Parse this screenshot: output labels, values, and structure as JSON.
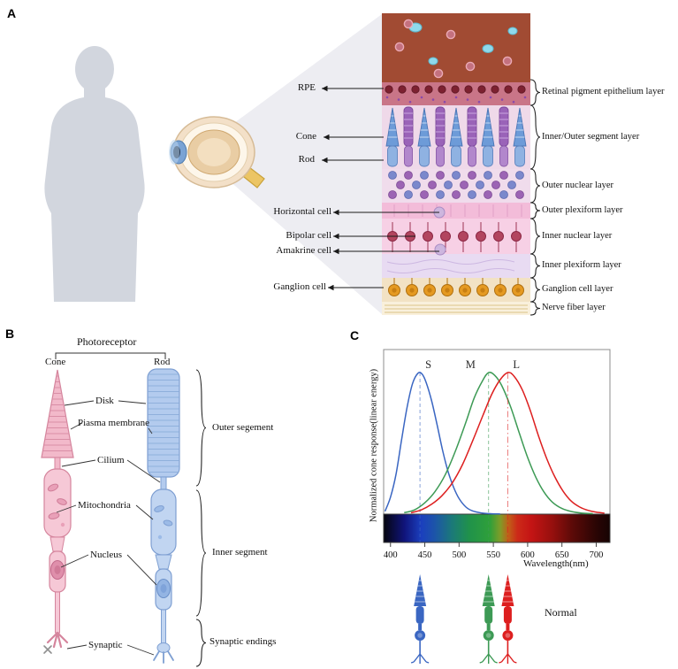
{
  "panel_a": {
    "label": "A",
    "cells": {
      "rpe": "RPE",
      "cone": "Cone",
      "rod": "Rod",
      "horizontal": "Horizontal cell",
      "bipolar": "Bipolar cell",
      "amakrine": "Amakrine cell",
      "ganglion": "Ganglion cell"
    },
    "layers": {
      "rpe": "Retinal pigment epithelium layer",
      "segments": "Inner/Outer segment layer",
      "outer_nuclear": "Outer nuclear layer",
      "outer_plexiform": "Outer plexiform layer",
      "inner_nuclear": "Inner nuclear  layer",
      "inner_plexiform": "Inner plexiform layer",
      "ganglion": "Ganglion cell layer",
      "nerve_fiber": "Nerve fiber layer"
    }
  },
  "panel_b": {
    "label": "B",
    "title": "Photoreceptor",
    "cone": "Cone",
    "rod": "Rod",
    "parts": {
      "disk": "Disk",
      "plasma": "Piasma membrane",
      "cilium": "Cilium",
      "mitochondria": "Mitochondria",
      "nucleus": "Nucleus",
      "synaptic": "Synaptic"
    },
    "segments": {
      "outer": "Outer segement",
      "inner": "Inner segment",
      "synaptic": "Synaptic endings"
    }
  },
  "panel_c": {
    "label": "C",
    "normal": "Normal"
  },
  "chart_data": {
    "type": "line",
    "title": "",
    "xlabel": "Wavelength(nm)",
    "ylabel": "Normalized cone response(linear energy)",
    "xlim": [
      390,
      720
    ],
    "ylim": [
      0,
      1.08
    ],
    "xticks": [
      400,
      450,
      500,
      550,
      600,
      650,
      700
    ],
    "grid": false,
    "legend_position": "none",
    "series": [
      {
        "name": "S",
        "color": "#3a66c2",
        "peak_nm": 443,
        "points": [
          [
            392,
            0.02
          ],
          [
            400,
            0.12
          ],
          [
            408,
            0.28
          ],
          [
            416,
            0.52
          ],
          [
            424,
            0.75
          ],
          [
            432,
            0.92
          ],
          [
            440,
            0.995
          ],
          [
            446,
            0.99
          ],
          [
            452,
            0.93
          ],
          [
            460,
            0.8
          ],
          [
            468,
            0.63
          ],
          [
            476,
            0.45
          ],
          [
            484,
            0.3
          ],
          [
            492,
            0.19
          ],
          [
            500,
            0.11
          ],
          [
            510,
            0.05
          ],
          [
            520,
            0.022
          ],
          [
            532,
            0.009
          ],
          [
            546,
            0.003
          ],
          [
            560,
            0.001
          ]
        ]
      },
      {
        "name": "M",
        "color": "#3d9a55",
        "peak_nm": 543,
        "points": [
          [
            420,
            0.01
          ],
          [
            435,
            0.03
          ],
          [
            450,
            0.08
          ],
          [
            465,
            0.16
          ],
          [
            480,
            0.28
          ],
          [
            495,
            0.45
          ],
          [
            510,
            0.65
          ],
          [
            522,
            0.82
          ],
          [
            534,
            0.94
          ],
          [
            543,
            1.0
          ],
          [
            552,
            0.98
          ],
          [
            562,
            0.91
          ],
          [
            575,
            0.76
          ],
          [
            588,
            0.57
          ],
          [
            600,
            0.4
          ],
          [
            612,
            0.26
          ],
          [
            624,
            0.155
          ],
          [
            636,
            0.085
          ],
          [
            650,
            0.04
          ],
          [
            665,
            0.017
          ],
          [
            680,
            0.007
          ],
          [
            695,
            0.003
          ]
        ]
      },
      {
        "name": "L",
        "color": "#dd1f1f",
        "peak_nm": 571,
        "points": [
          [
            430,
            0.01
          ],
          [
            445,
            0.03
          ],
          [
            460,
            0.07
          ],
          [
            475,
            0.13
          ],
          [
            490,
            0.22
          ],
          [
            505,
            0.35
          ],
          [
            520,
            0.52
          ],
          [
            535,
            0.7
          ],
          [
            548,
            0.85
          ],
          [
            560,
            0.95
          ],
          [
            571,
            1.0
          ],
          [
            580,
            0.975
          ],
          [
            592,
            0.88
          ],
          [
            604,
            0.73
          ],
          [
            616,
            0.55
          ],
          [
            628,
            0.39
          ],
          [
            640,
            0.26
          ],
          [
            652,
            0.16
          ],
          [
            664,
            0.09
          ],
          [
            676,
            0.05
          ],
          [
            688,
            0.027
          ],
          [
            700,
            0.014
          ],
          [
            712,
            0.007
          ]
        ]
      }
    ],
    "spectrum_gradient": [
      [
        390,
        "#05050e"
      ],
      [
        420,
        "#10147a"
      ],
      [
        445,
        "#1b3fbe"
      ],
      [
        465,
        "#1c55a8"
      ],
      [
        490,
        "#1b7a78"
      ],
      [
        515,
        "#20924a"
      ],
      [
        545,
        "#2fa03a"
      ],
      [
        560,
        "#7f9c28"
      ],
      [
        572,
        "#c06018"
      ],
      [
        585,
        "#cc2a18"
      ],
      [
        605,
        "#c41414"
      ],
      [
        635,
        "#98100e"
      ],
      [
        665,
        "#5c0a08"
      ],
      [
        700,
        "#2a0504"
      ],
      [
        720,
        "#160303"
      ]
    ]
  }
}
